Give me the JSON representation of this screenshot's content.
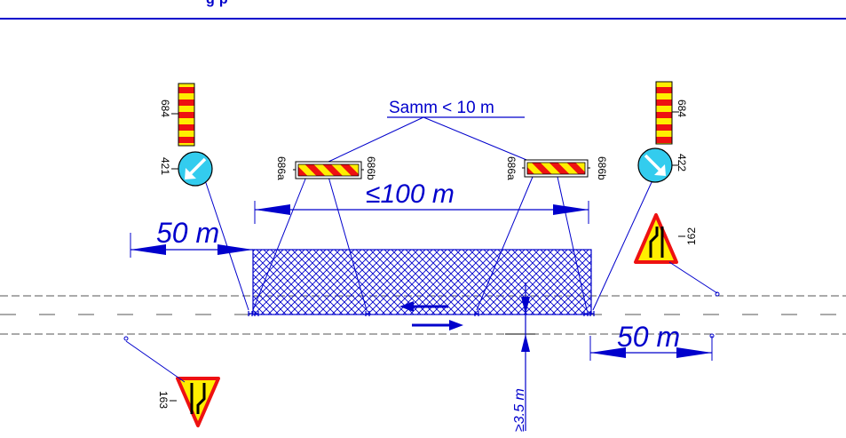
{
  "header": {
    "title_fragment": "g                                        p",
    "rule_color": "#0000cc"
  },
  "labels": {
    "spacing_note": "Samm < 10 m",
    "zone_length": "≤100 m",
    "left_distance": "50 m",
    "right_distance": "50 m",
    "lane_width": "≥3.5 m"
  },
  "signs": {
    "marker_left": "684",
    "marker_right": "684",
    "keep_left": "421",
    "keep_right": "422",
    "barrier_left_a": "686a",
    "barrier_left_b": "686b",
    "barrier_right_a": "686a",
    "barrier_right_b": "686b",
    "lane_end_top": "162",
    "lane_end_bottom": "163"
  },
  "icons": {
    "keep_left": "arrow-down-left-icon",
    "keep_right": "arrow-down-right-icon",
    "lane_end": "lane-merge-icon"
  },
  "colors": {
    "annotation": "#0000cc",
    "sign_red": "#ee1111",
    "sign_yellow": "#ffee00",
    "sign_cyan": "#33ccee",
    "hatch": "#0000cc",
    "road_line": "#555555"
  }
}
